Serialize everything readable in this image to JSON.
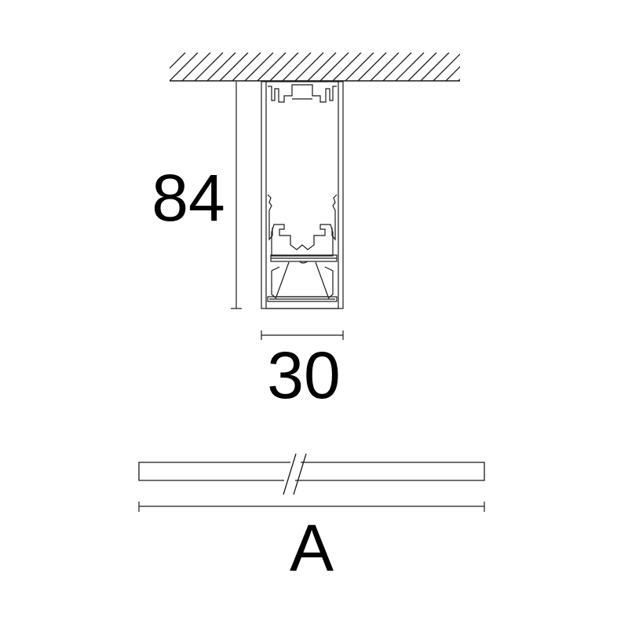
{
  "dimensions": {
    "height_label": "84",
    "width_label": "30",
    "length_label": "A"
  },
  "colors": {
    "line": "#1a1a1a",
    "background": "#ffffff"
  }
}
